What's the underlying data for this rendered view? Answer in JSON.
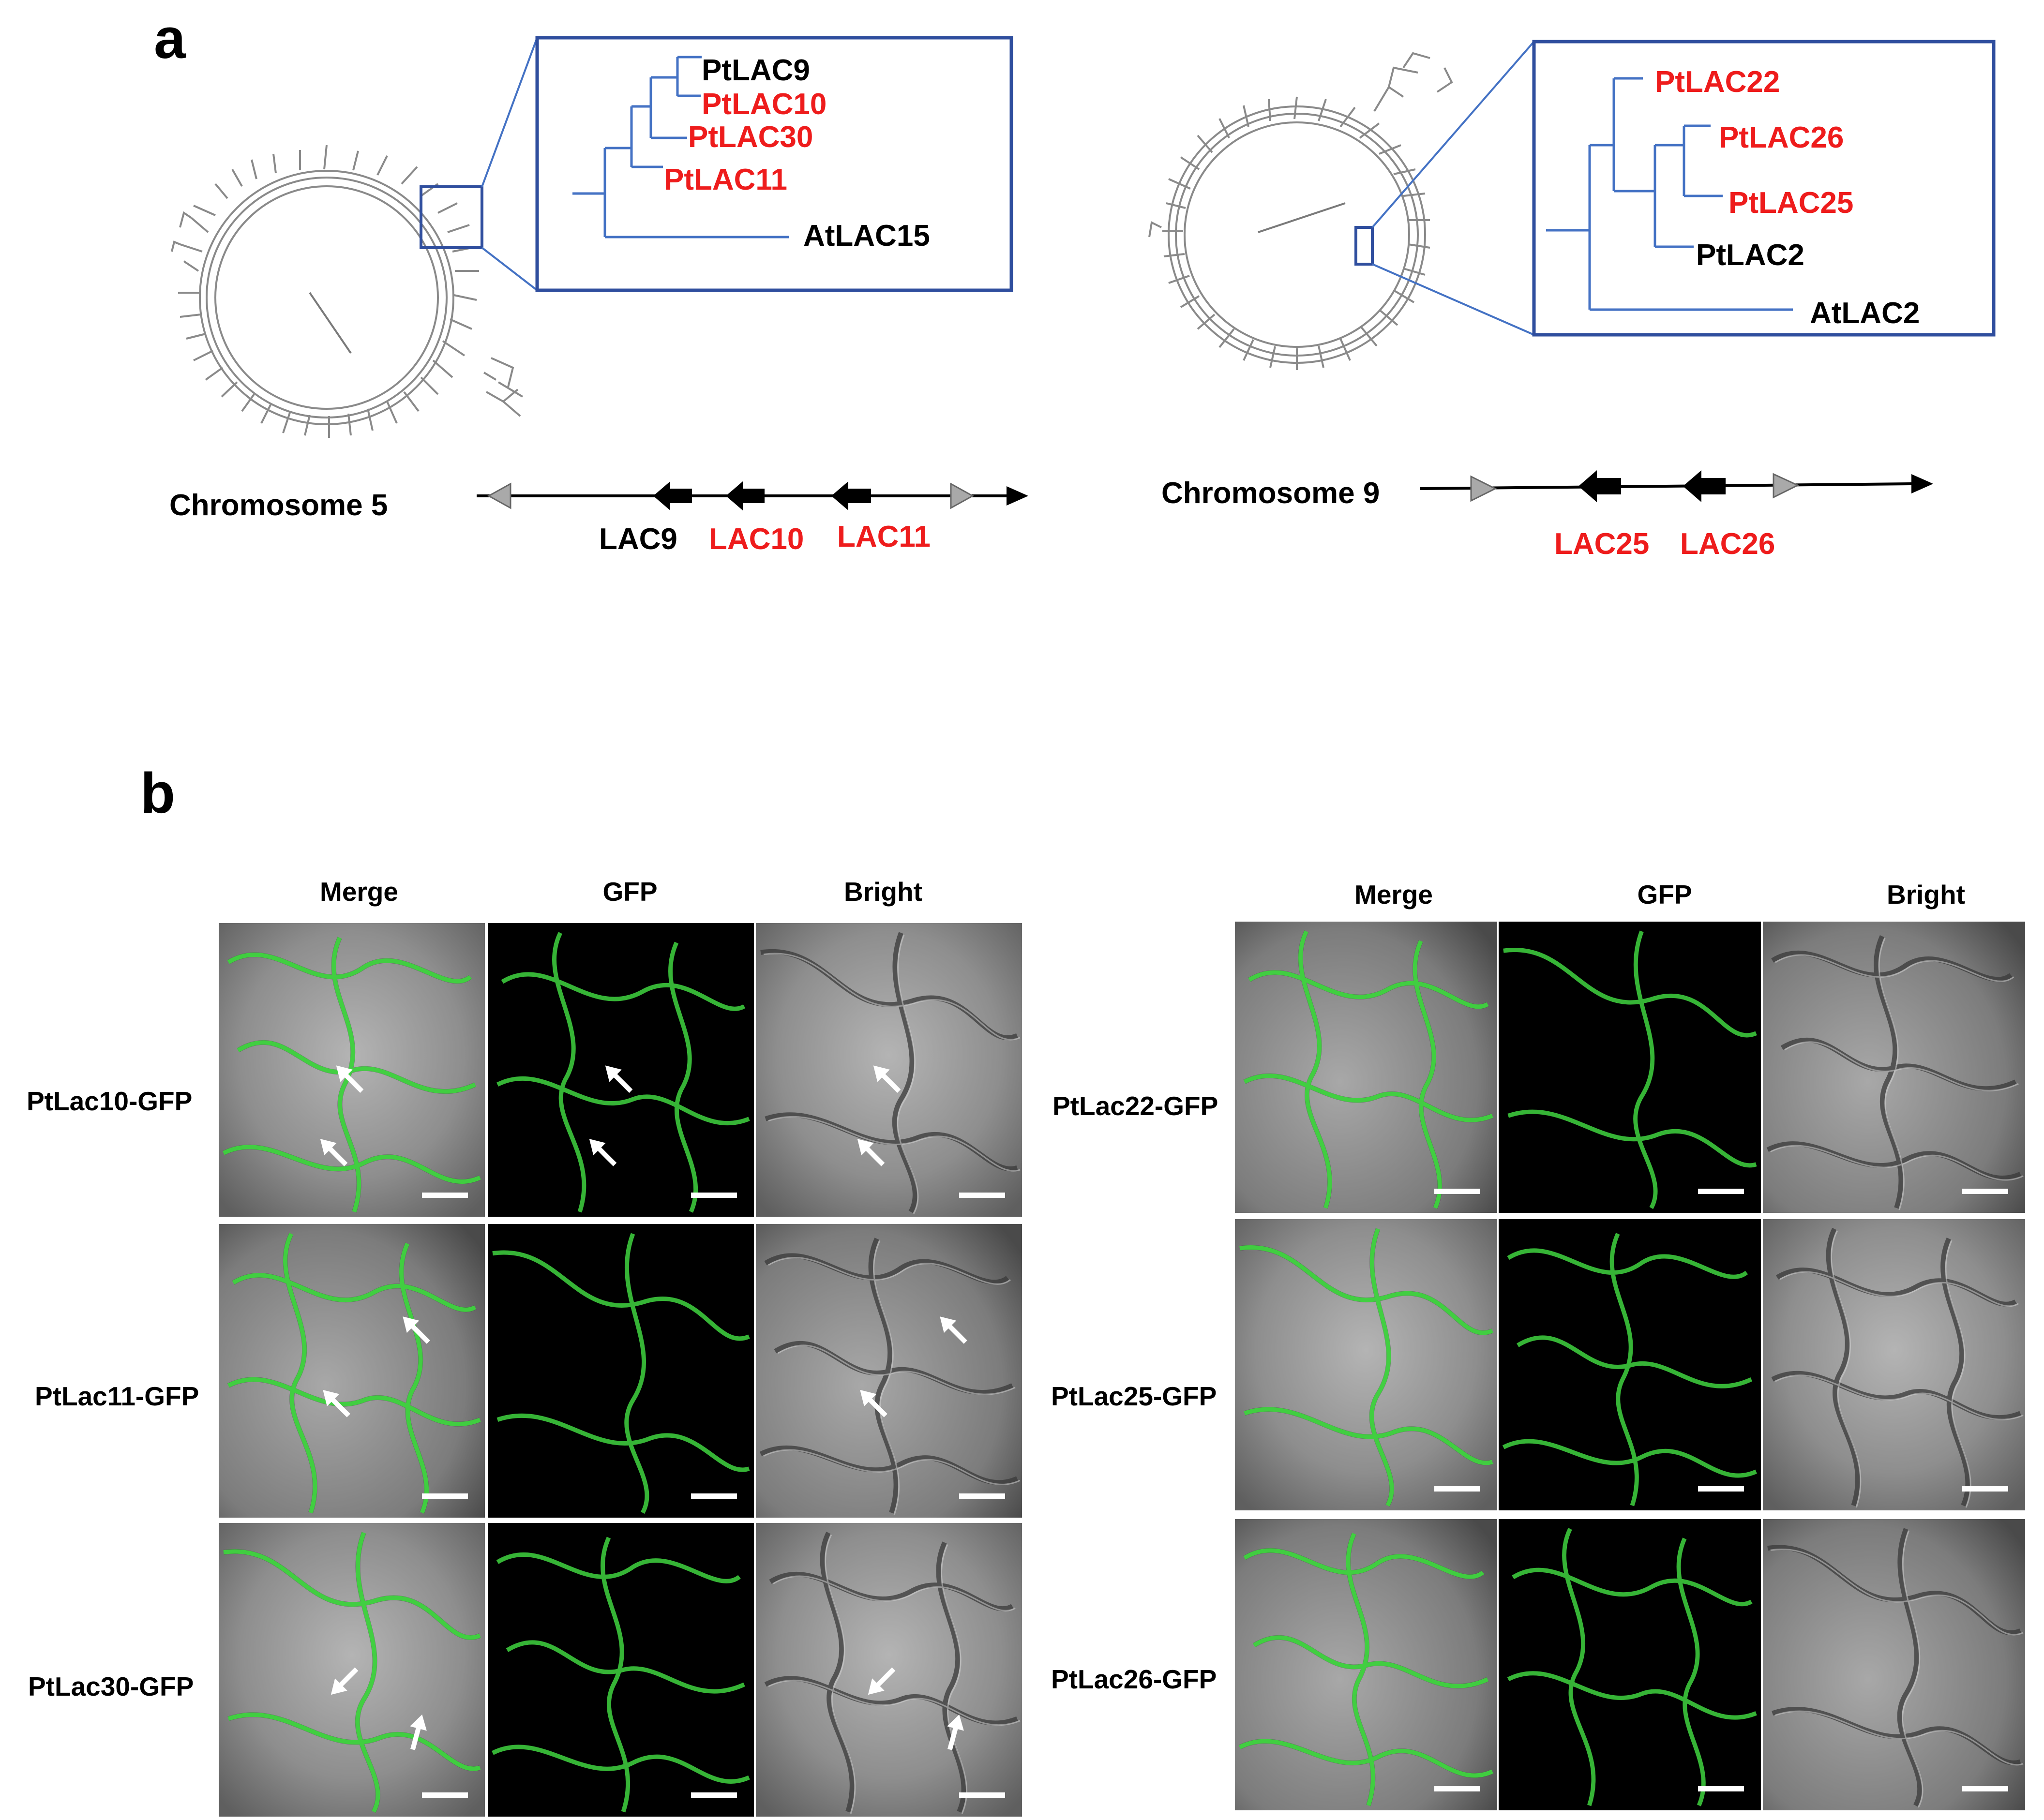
{
  "panel_a": {
    "label": "a",
    "tree_left": {
      "callout_taxa": [
        {
          "name": "PtLAC9",
          "color": "#000000"
        },
        {
          "name": "PtLAC10",
          "color": "#ee1c1c"
        },
        {
          "name": "PtLAC30",
          "color": "#ee1c1c"
        },
        {
          "name": "PtLAC11",
          "color": "#ee1c1c"
        },
        {
          "name": "AtLAC15",
          "color": "#000000"
        }
      ]
    },
    "tree_right": {
      "callout_taxa": [
        {
          "name": "PtLAC22",
          "color": "#ee1c1c"
        },
        {
          "name": "PtLAC26",
          "color": "#ee1c1c"
        },
        {
          "name": "PtLAC25",
          "color": "#ee1c1c"
        },
        {
          "name": "PtLAC2",
          "color": "#000000"
        },
        {
          "name": "AtLAC2",
          "color": "#000000"
        }
      ]
    },
    "chromosome_left": {
      "label": "Chromosome 5",
      "genes": [
        {
          "name": "LAC9",
          "color": "#000000"
        },
        {
          "name": "LAC10",
          "color": "#ee1c1c"
        },
        {
          "name": "LAC11",
          "color": "#ee1c1c"
        }
      ]
    },
    "chromosome_right": {
      "label": "Chromosome 9",
      "genes": [
        {
          "name": "LAC25",
          "color": "#ee1c1c"
        },
        {
          "name": "LAC26",
          "color": "#ee1c1c"
        }
      ]
    }
  },
  "panel_b": {
    "label": "b",
    "column_headers_left": [
      "Merge",
      "GFP",
      "Bright"
    ],
    "column_headers_right": [
      "Merge",
      "GFP",
      "Bright"
    ],
    "rows_left": [
      "PtLac10-GFP",
      "PtLac11-GFP",
      "PtLac30-GFP"
    ],
    "rows_right": [
      "PtLac22-GFP",
      "PtLac25-GFP",
      "PtLac26-GFP"
    ]
  },
  "colors": {
    "highlight_red": "#ee1c1c",
    "callout_blue": "#2f4e9e",
    "branch_blue": "#4472c4",
    "gfp_green": "#3fd43f"
  }
}
